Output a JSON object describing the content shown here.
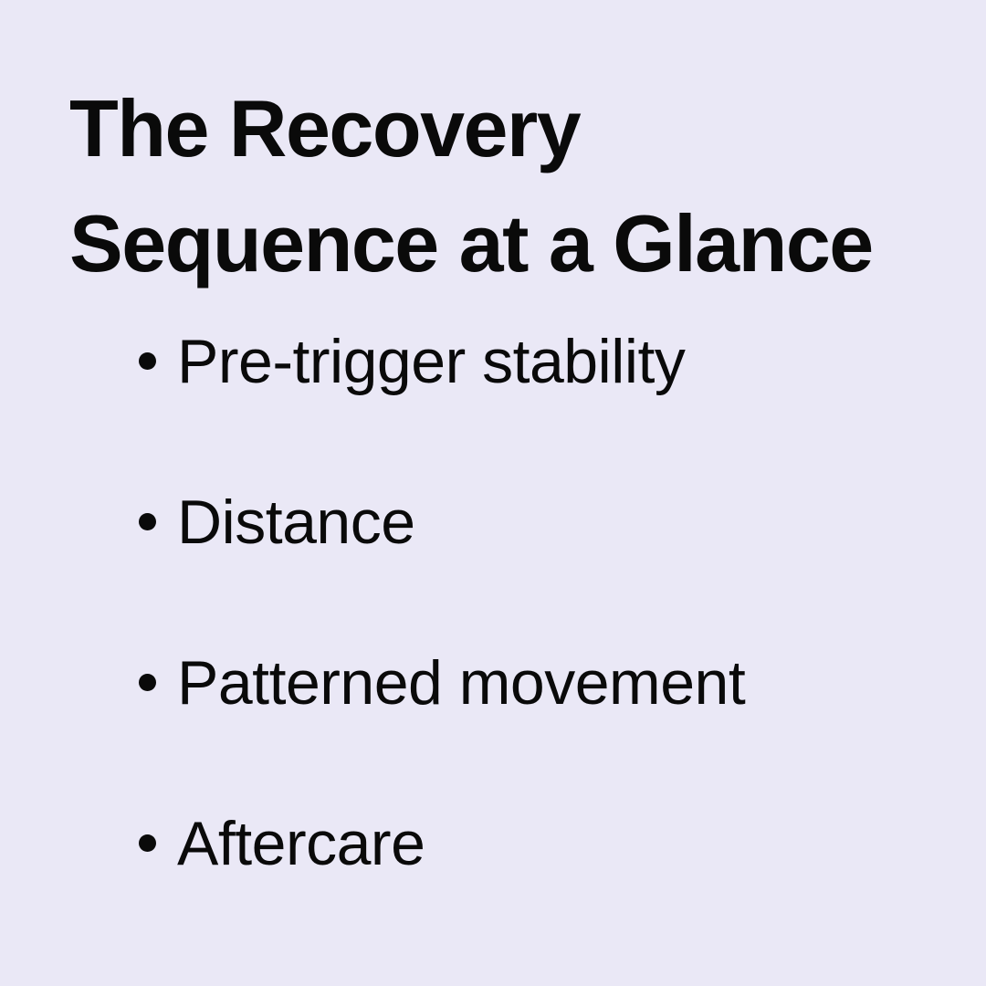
{
  "slide": {
    "background_color": "#eae8f6",
    "text_color": "#0a0a0a",
    "title": "The Recovery Sequence at a Glance",
    "bullets": [
      {
        "label": "Pre-trigger stability"
      },
      {
        "label": "Distance"
      },
      {
        "label": "Patterned movement"
      },
      {
        "label": "Aftercare"
      }
    ]
  }
}
